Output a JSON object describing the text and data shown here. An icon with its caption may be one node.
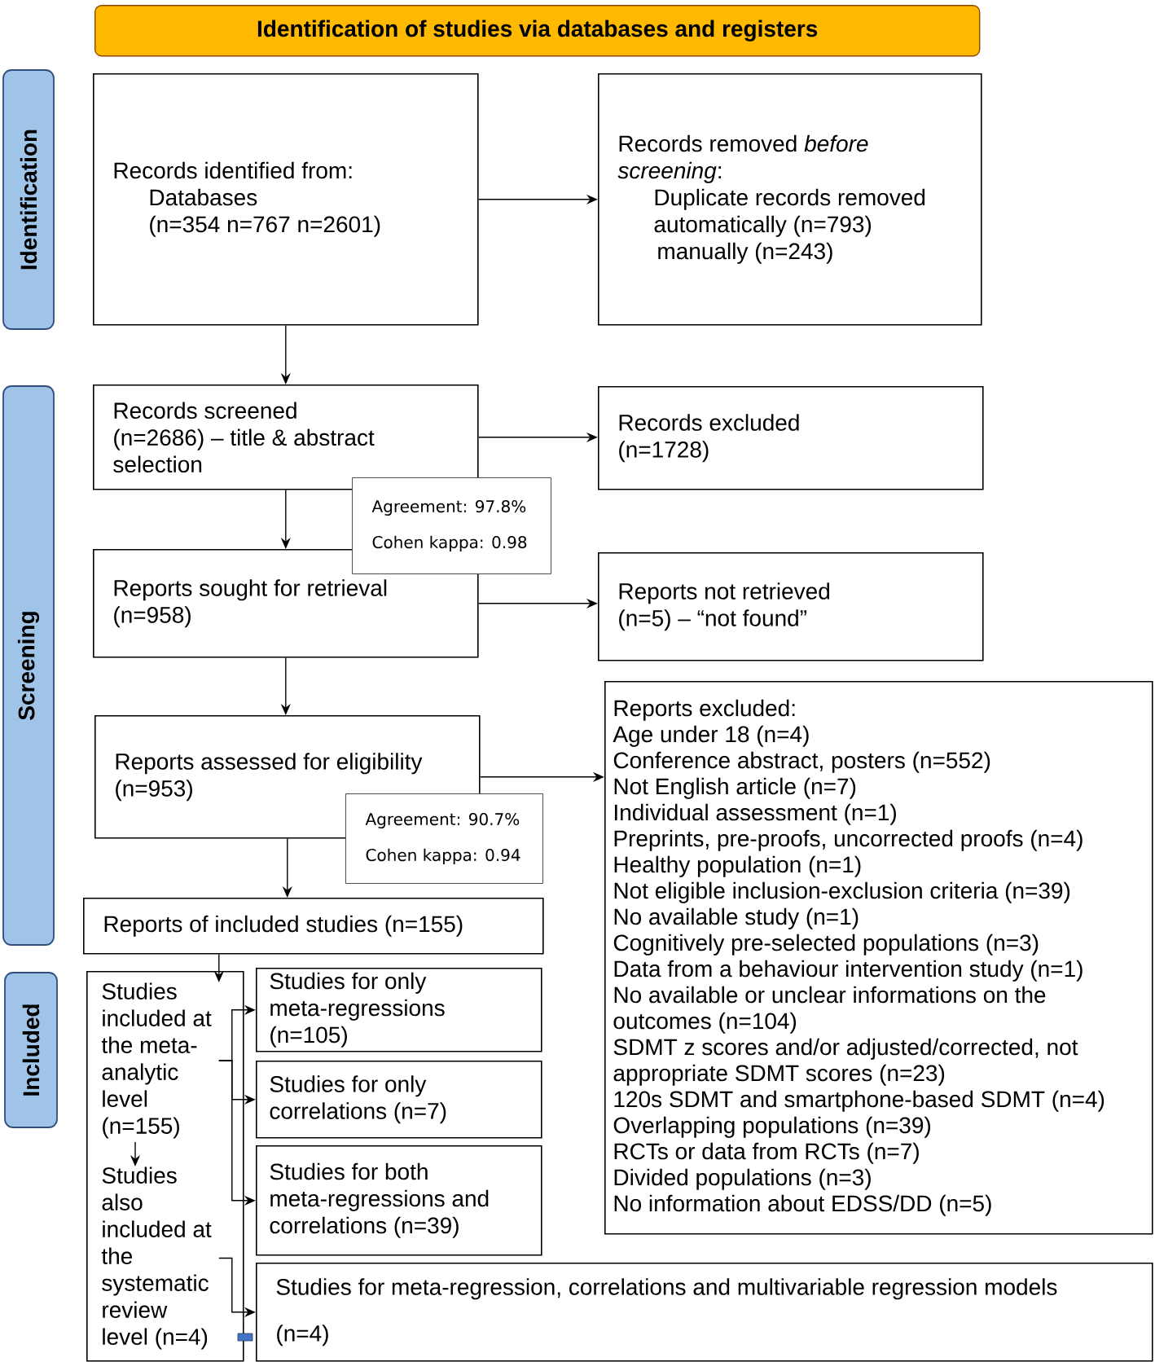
{
  "diagram": {
    "nodes": [
      {
        "text": [
          "Identification of studies via databases and registers"
        ]
      },
      {
        "text": [
          "Identification"
        ]
      },
      {
        "text": [
          "Records identified from:",
          "Databases",
          "(n=354 n=767 n=2601)"
        ]
      },
      {
        "text": [
          "Records removed *before screening*:",
          "Duplicate records removed automatically (n=793)",
          "manually (n=243)"
        ]
      },
      {
        "text": [
          "Screening"
        ]
      },
      {
        "text": [
          "Records screened",
          "(n=2686) – title & abstract selection"
        ]
      },
      {
        "text": [
          "Records excluded",
          "(n=1728)"
        ]
      },
      {
        "text": [
          "Agreement: 97.8%",
          "Cohen kappa: 0.98"
        ]
      },
      {
        "text": [
          "Reports sought for retrieval",
          "(n=958)"
        ]
      },
      {
        "text": [
          "Reports not retrieved",
          "(n=5) – “not found”"
        ]
      },
      {
        "text": [
          "Reports assessed for eligibility",
          "(n=953)"
        ]
      },
      {
        "text": [
          "Agreement: 90.7%",
          "Cohen kappa: 0.94"
        ]
      },
      {
        "text": [
          "Reports excluded:",
          "Age under 18 (n=4)",
          "Conference abstract, posters (n=552)",
          "Not English article (n=7)",
          "Individual assessment (n=1)",
          "Preprints, pre-proofs, uncorrected proofs (n=4)",
          "Healthy population (n=1)",
          "Not eligible inclusion-exclusion criteria (n=39)",
          "No available study (n=1)",
          "Cognitively pre-selected populations (n=3)",
          "Data from a behaviour intervention study (n=1)",
          "No available or unclear informations on the outcomes (n=104)",
          "SDMT z scores and/or adjusted/corrected, not appropriate SDMT scores (n=23)",
          "120s SDMT and smartphone-based SDMT (n=4)",
          "Overlapping populations (n=39)",
          "RCTs or data from RCTs (n=7)",
          "Divided populations (n=3)",
          "No information about EDSS/DD (n=5)"
        ]
      },
      {
        "text": [
          "Included"
        ]
      },
      {
        "text": [
          "Reports of included studies (n=155)"
        ]
      },
      {
        "text": [],
        "shape": "box"
      },
      {
        "text": [
          "Studies included at the meta-analytic level (n=155)"
        ],
        "in": 15
      },
      {
        "text": [
          "Studies also included at the systematic review level (n=4)"
        ],
        "in": 15
      },
      {
        "text": [
          "Studies for only meta-regressions (n=105)"
        ]
      },
      {
        "text": [
          "Studies for only correlations (n=7)"
        ]
      },
      {
        "text": [
          "Studies for both meta-regressions and correlations (n=39)"
        ]
      },
      {
        "text": [
          "Studies for meta-regression, correlations and multivariable regression models",
          "(n=4)"
        ]
      }
    ],
    "edges": [
      {
        "from": 2,
        "to": 3,
        "arrow": "to"
      },
      {
        "from": 2,
        "to": 5,
        "arrow": "to"
      },
      {
        "from": 5,
        "to": 6,
        "arrow": "to"
      },
      {
        "from": 5,
        "to": 8,
        "arrow": "to"
      },
      {
        "from": 8,
        "to": 9,
        "arrow": "to"
      },
      {
        "from": 8,
        "to": 10,
        "arrow": "to"
      },
      {
        "from": 10,
        "to": 12,
        "arrow": "to"
      },
      {
        "from": 10,
        "to": 14,
        "arrow": "to"
      },
      {
        "from": 14,
        "to": 16,
        "arrow": "to"
      },
      {
        "from": 16,
        "to": 17,
        "arrow": "to"
      },
      {
        "from": 16,
        "to": 18,
        "arrow": "to"
      },
      {
        "from": 16,
        "to": 19,
        "arrow": "to"
      },
      {
        "from": 16,
        "to": 20,
        "arrow": "to"
      },
      {
        "from": 17,
        "to": 21,
        "arrow": "to"
      }
    ]
  }
}
